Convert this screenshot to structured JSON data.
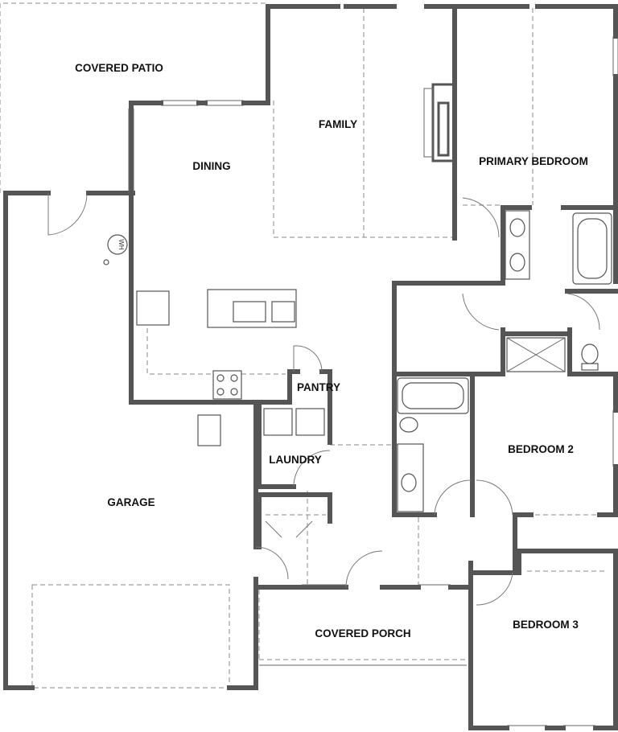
{
  "rooms": {
    "covered_patio": "COVERED PATIO",
    "family": "FAMILY",
    "dining": "DINING",
    "primary_bedroom": "PRIMARY BEDROOM",
    "pantry": "PANTRY",
    "laundry": "LAUNDRY",
    "bedroom_2": "BEDROOM 2",
    "garage": "GARAGE",
    "covered_porch": "COVERED PORCH",
    "bedroom_3": "BEDROOM 3"
  },
  "fixtures": {
    "water_heater": "WH"
  },
  "colors": {
    "wall": "#555555",
    "dashed": "#8a8a8a",
    "text": "#111111",
    "background": "#ffffff"
  }
}
